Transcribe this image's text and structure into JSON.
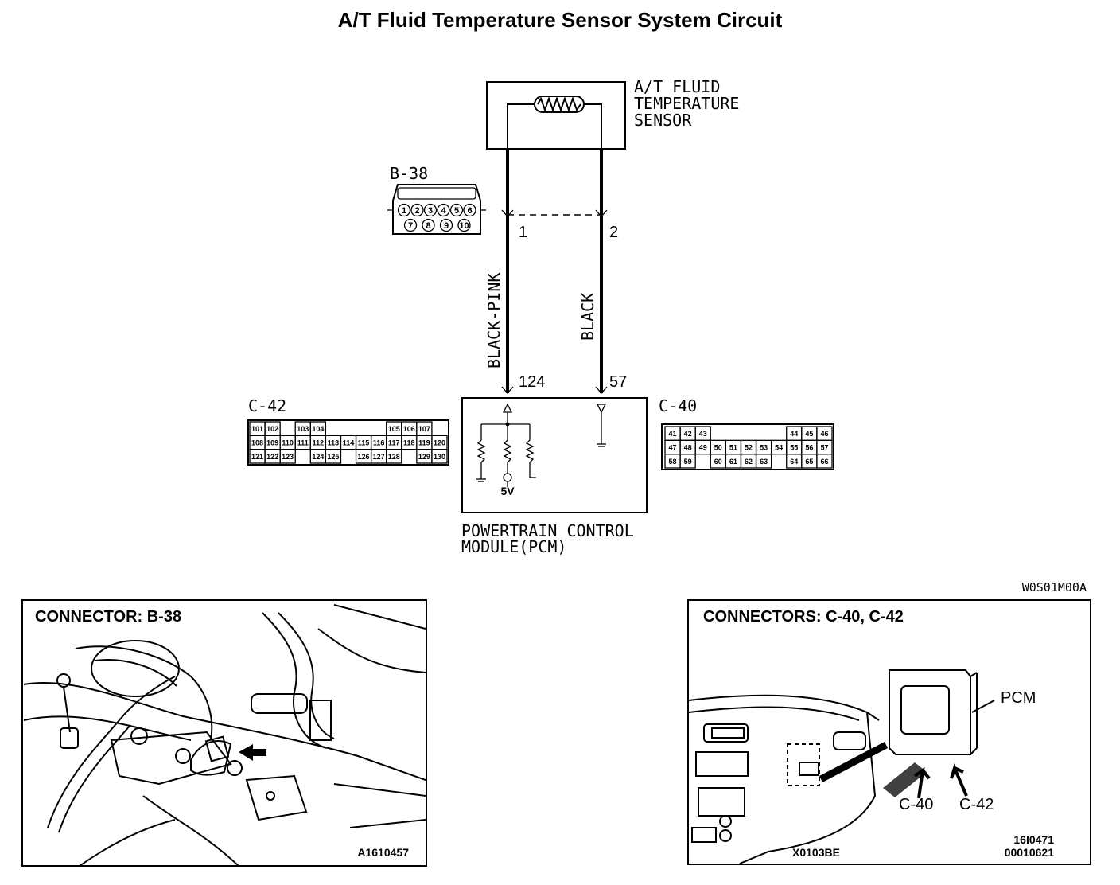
{
  "title": "A/T Fluid Temperature Sensor System Circuit",
  "sensor": {
    "label_lines": [
      "A/T FLUID",
      "TEMPERATURE",
      "SENSOR"
    ]
  },
  "connector_b38": {
    "id": "B-38",
    "pins_top": [
      "1",
      "2",
      "3",
      "4",
      "5",
      "6"
    ],
    "pins_bottom": [
      "7",
      "8",
      "9",
      "10"
    ]
  },
  "wires": [
    {
      "sensor_pin": "1",
      "color": "BLACK-PINK",
      "pcm_pin": "124"
    },
    {
      "sensor_pin": "2",
      "color": "BLACK",
      "pcm_pin": "57"
    }
  ],
  "connector_c42": {
    "id": "C-42",
    "rows": [
      [
        "101",
        "102",
        "",
        "103",
        "104",
        "",
        "",
        "",
        "",
        "105",
        "106",
        "107"
      ],
      [
        "108",
        "109",
        "110",
        "111",
        "112",
        "113",
        "114",
        "115",
        "116",
        "117",
        "118",
        "119",
        "120"
      ],
      [
        "121",
        "122",
        "123",
        "",
        "124",
        "125",
        "",
        "126",
        "127",
        "128",
        "",
        "129",
        "130"
      ]
    ]
  },
  "connector_c40": {
    "id": "C-40",
    "rows": [
      [
        "41",
        "42",
        "43",
        "",
        "",
        "",
        "",
        "",
        "44",
        "45",
        "46"
      ],
      [
        "47",
        "48",
        "49",
        "50",
        "51",
        "52",
        "53",
        "54",
        "55",
        "56",
        "57"
      ],
      [
        "58",
        "59",
        "",
        "60",
        "61",
        "62",
        "63",
        "",
        "64",
        "65",
        "66"
      ]
    ]
  },
  "pcm": {
    "label_lines": [
      "POWERTRAIN CONTROL",
      "MODULE(PCM)"
    ],
    "supply": "5V"
  },
  "figure_code": "W0S01M00A",
  "panel_left": {
    "title": "CONNECTOR: B-38",
    "code": "A1610457"
  },
  "panel_right": {
    "title": "CONNECTORS: C-40, C-42",
    "pcm_label": "PCM",
    "c40_label": "C-40",
    "c42_label": "C-42",
    "code_left": "X0103BE",
    "code_right_lines": [
      "16I0471",
      "00010621"
    ]
  }
}
